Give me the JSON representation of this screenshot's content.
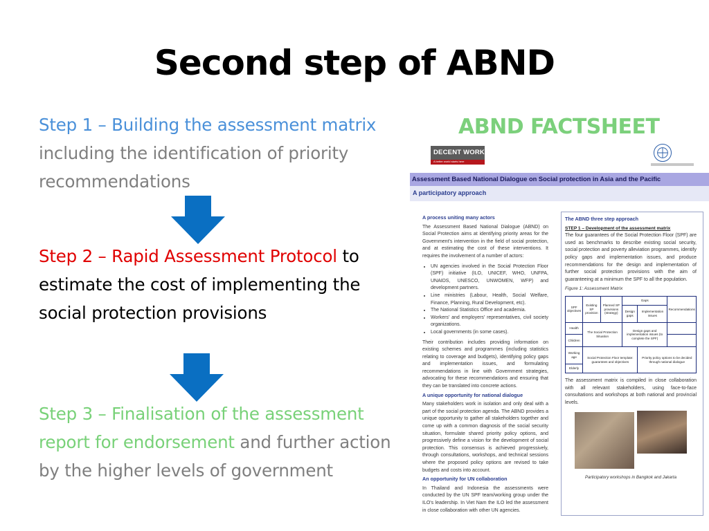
{
  "title": "Second step of ABND",
  "steps": {
    "step1": {
      "highlight": "Step 1 – Building the assessment matrix",
      "rest": " including the identification of priority recommendations"
    },
    "step2": {
      "highlight": "Step 2 – Rapid Assessment Protocol",
      "rest": " to estimate the cost of implementing the social protection provisions"
    },
    "step3": {
      "highlight": "Step 3 – Finalisation of the assessment report for endorsement",
      "rest": " and further action by the higher levels of government"
    }
  },
  "factsheet": {
    "label": "ABND FACTSHEET",
    "logo_text": "DECENT WORK",
    "logo_subtext": "A better world starts here",
    "banner": "Assessment Based National Dialogue on Social protection in Asia and the Pacific",
    "subtitle": "A participatory approach",
    "left": {
      "h1": "A process uniting many actors",
      "p1": "The Assessment Based National Dialogue (ABND) on Social Protection aims at identifying priority areas for the Government's intervention in the field of social protection, and at estimating the cost of these interventions. It requires the involvement of a number of actors:",
      "bullets": [
        "UN agencies involved in the Social Protection Floor (SPF) initiative (ILO, UNICEF, WHO, UNFPA, UNAIDS, UNESCO, UNWOMEN, WFP) and development partners.",
        "Line ministries (Labour, Health, Social Welfare, Finance, Planning, Rural Development, etc).",
        "The National Statistics Office and academia.",
        "Workers' and employers' representatives, civil society organizations.",
        "Local governments (in some cases)."
      ],
      "p2": "Their contribution includes providing information on existing schemes and programmes (including statistics relating to coverage and budgets), identifying policy gaps and implementation issues, and formulating recommendations in line with Government strategies, advocating for these recommendations and ensuring that they can be translated into concrete actions.",
      "h2": "A unique opportunity for national dialogue",
      "p3": "Many stakeholders work in isolation and only deal with a part of the social protection agenda. The ABND provides a unique opportunity to gather all stakeholders together and come up with a common diagnosis of the social security situation, formulate shared priority policy options, and progressively define a vision for the development of social protection. This consensus is achieved progressively, through consultations, workshops, and technical sessions where the proposed policy options are revised to take budgets and costs into account.",
      "h3": "An opportunity for UN collaboration",
      "p4": "In Thailand and Indonesia the assessments were conducted by the UN SPF team/working group under the ILO's leadership. In Viet Nam the ILO led the assessment in close collaboration with other UN agencies."
    },
    "right": {
      "h1": "The ABND three step approach",
      "sub": "STEP 1 – Development of the assessment matrix",
      "p1": "The four guarantees of the Social Protection Floor (SPF) are used as benchmarks to describe existing social security, social protection and poverty alleviation programmes, identify policy gaps and implementation issues, and produce recommendations for the design and implementation of further social protection provisions with the aim of guaranteeing at a minimum the SPF to all the population.",
      "fig": "Figure 1: Assessment Matrix",
      "matrix": {
        "col1": "SPF objectives",
        "col2": "Existing SP provision",
        "col3": "Planned SP provisions (strategy)",
        "col4": "Gaps",
        "col4a": "Design gaps",
        "col4b": "Implementation issues",
        "col5": "Recommendations",
        "rows": [
          "Health",
          "Children",
          "Working age",
          "Elderly"
        ],
        "note1": "The Social Protection Situation",
        "note2": "Design gaps and implementation issues (to complete the SPF)",
        "note3": "Social Protection Floor template: guarantees and objectives",
        "note4": "Priority policy options to be decided through national dialogue"
      },
      "p2": "The assessment matrix is compiled in close collaboration with all relevant stakeholders, using face-to-face consultations and workshops at both national and provincial levels.",
      "caption": "Participatory workshops in Bangkok and Jakarta"
    }
  },
  "colors": {
    "step_blue": "#4a90d9",
    "step_red": "#e00000",
    "step_green": "#78d178",
    "arrow": "#0a6fc2",
    "text_grey": "#7f7f7f"
  }
}
